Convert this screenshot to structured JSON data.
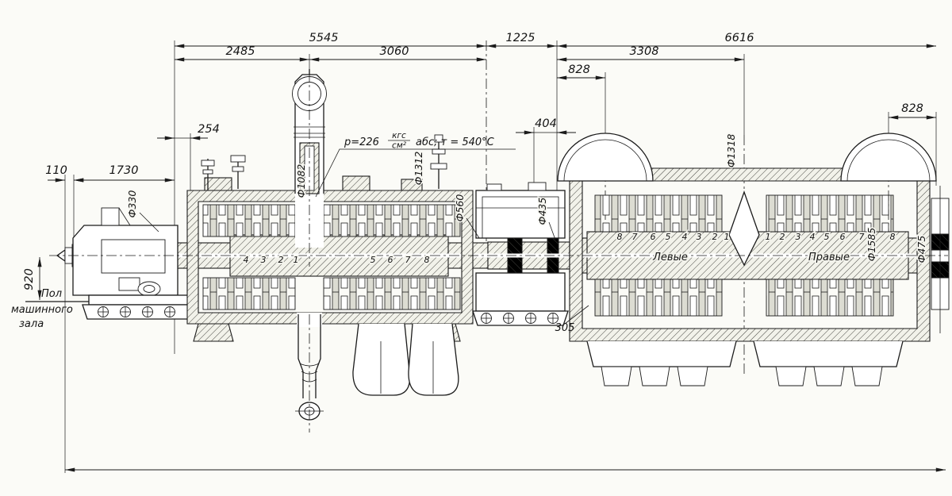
{
  "steam_label": {
    "prefix": "p=226",
    "frac_num": "кгс",
    "frac_den": "см²",
    "suffix": "абс; т = 540°C"
  },
  "floor_label": {
    "line1": "Пол",
    "line2": "машинного",
    "line3": "зала"
  },
  "dims": {
    "overall_hp": "5545",
    "hp_front": "2485",
    "hp_rear": "3060",
    "between": "1225",
    "overall_lp": "6616",
    "lp_half": "3308",
    "lp_inlet_left": "828",
    "lp_inlet_right": "828",
    "mid_bearing": "404",
    "hp_gland": "254",
    "front_end": "110",
    "pump_length": "1730",
    "axis_height": "920",
    "lp_foot": "305"
  },
  "diameters": {
    "coupling": "Ф330",
    "hp_inlet": "Ф1082",
    "hp_casing": "Ф1312",
    "mid_seal": "Ф560",
    "mid_shaft": "Ф435",
    "lp_inlet": "Ф1318",
    "lp_rotor": "Ф1585",
    "lp_end": "Ф475"
  },
  "stages": {
    "hp_left": [
      "4",
      "3",
      "2",
      "1"
    ],
    "hp_right": [
      "5",
      "6",
      "7",
      "8"
    ],
    "lp_left": [
      "8",
      "7",
      "6",
      "5",
      "4",
      "3",
      "2",
      "1"
    ],
    "lp_right": [
      "1",
      "2",
      "3",
      "4",
      "5",
      "6",
      "7",
      "8"
    ]
  },
  "flow_labels": {
    "left": "Левые",
    "right": "Правые"
  }
}
